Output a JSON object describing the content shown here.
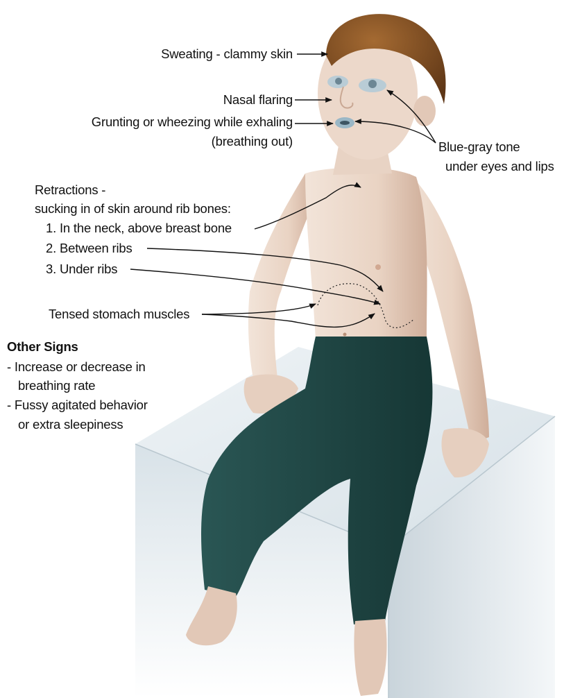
{
  "labels": {
    "sweating": "Sweating - clammy skin",
    "nasal": "Nasal flaring",
    "grunting": "Grunting or wheezing while exhaling",
    "grunting2": "(breathing out)",
    "bluegray1": "Blue-gray tone",
    "bluegray2": "under eyes and lips",
    "retractions1": "Retractions -",
    "retractions2": "sucking in of skin around rib bones:",
    "ret_item1": "1. In the neck, above breast bone",
    "ret_item2": "2. Between ribs",
    "ret_item3": "3. Under ribs",
    "stomach": "Tensed stomach muscles"
  },
  "other_signs": {
    "title": "Other Signs",
    "line1": "- Increase or decrease in",
    "line2": "breathing rate",
    "line3": "- Fussy agitated behavior",
    "line4": "or extra sleepiness"
  },
  "colors": {
    "skin": "#ead6c8",
    "pants": "#1e4543",
    "hair": "#7a4a22",
    "box": "#dfe7ec",
    "lips": "#9ab7c6"
  }
}
